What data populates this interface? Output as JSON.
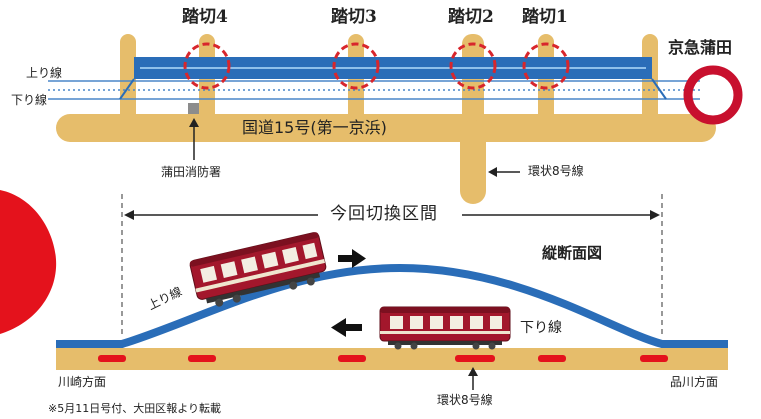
{
  "plan": {
    "crossings": [
      "踏切4",
      "踏切3",
      "踏切2",
      "踏切1"
    ],
    "station": "京急蒲田",
    "up_line": "上り線",
    "down_line": "下り線",
    "national_road": "国道15号(第一京浜)",
    "fire_station": "蒲田消防署",
    "ring_road": "環状8号線"
  },
  "profile": {
    "span_label": "今回切換区間",
    "title": "縦断面図",
    "up_line": "上り線",
    "down_line": "下り線",
    "left_end": "川崎方面",
    "right_end": "品川方面",
    "ring_road": "環状8号線"
  },
  "note": "※5月11日号付、大田区報より転載",
  "colors": {
    "road": "#e6bd6b",
    "rail_blue": "#2a6db8",
    "crossing_red": "#d8262c",
    "train_red": "#a3172c",
    "corner_red": "#e4121c"
  }
}
